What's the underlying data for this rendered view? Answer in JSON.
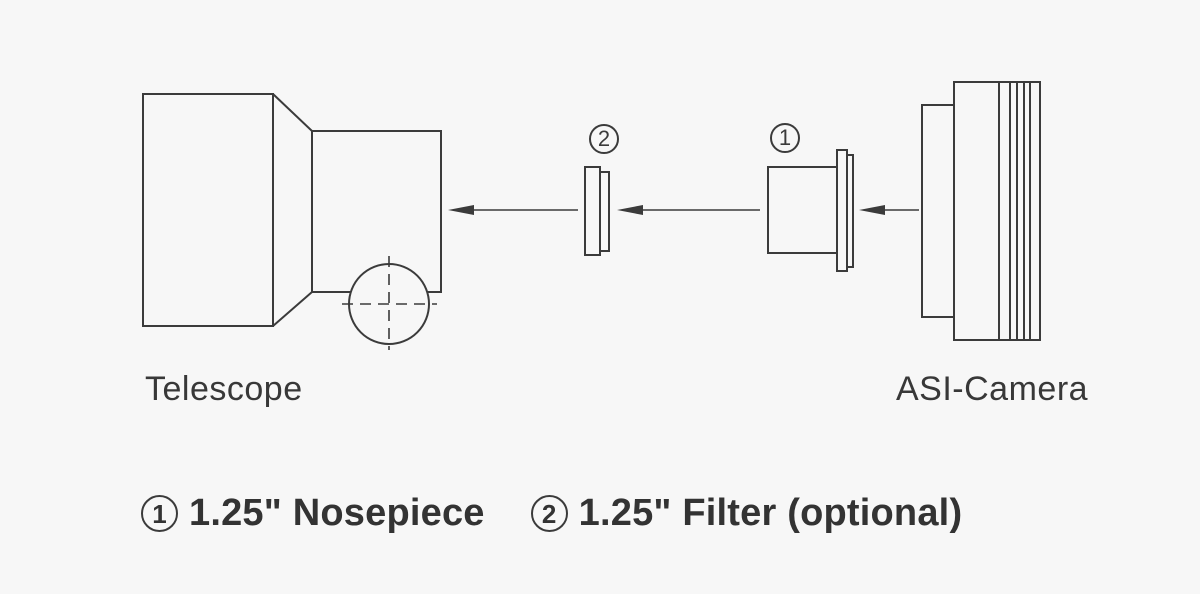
{
  "page": {
    "background": "#f7f7f7",
    "line_color": "#3b3b3b",
    "text_color": "#333333"
  },
  "diagram": {
    "telescope_label": "Telescope",
    "camera_label": "ASI-Camera",
    "callouts": {
      "nosepiece_num": "1",
      "filter_num": "2"
    }
  },
  "legend": {
    "items": [
      {
        "num": "1",
        "label": "1.25\" Nosepiece"
      },
      {
        "num": "2",
        "label": "1.25\" Filter (optional)"
      }
    ]
  }
}
